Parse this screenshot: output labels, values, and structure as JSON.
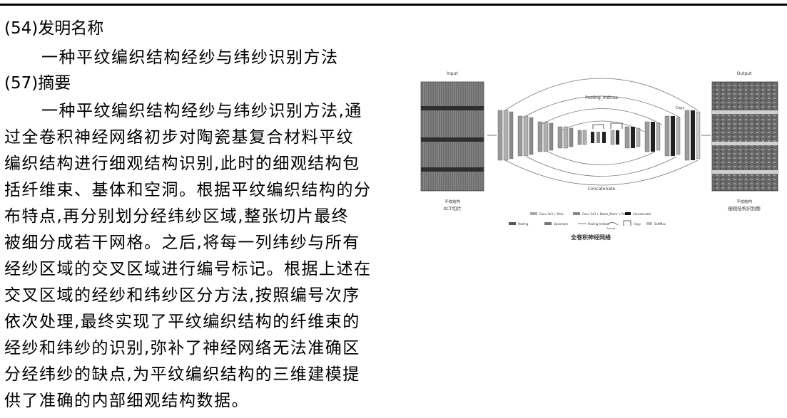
{
  "section54": {
    "label": "(54)发明名称",
    "title": "一种平纹编织结构经纱与纬纱识别方法"
  },
  "section57": {
    "label": "(57)摘要",
    "lines": [
      "一种平纹编织结构经纱与纬纱识别方法,通",
      "过全卷积神经网络初步对陶瓷基复合材料平纹",
      "编织结构进行细观结构识别,此时的细观结构包",
      "括纤维束、基体和空洞。根据平纹编织结构的分",
      "布特点,再分别划分经纬纱区域,整张切片最终",
      "被细分成若干网格。之后,将每一列纬纱与所有",
      "经纱区域的交叉区域进行编号标记。根据上述在",
      "交叉区域的经纱和纬纱区分方法,按照编号次序",
      "依次处理,最终实现了平纹编织结构的纤维束的",
      "经纱和纬纱的识别,弥补了神经网络无法准确区",
      "分经纬纱的缺点,为平纹编织结构的三维建模提",
      "供了准确的内部细观结构数据。"
    ]
  },
  "figure": {
    "input_label": "Input",
    "output_label": "Output",
    "pooling_indices": "Pooling_Indices",
    "copy": "Copy",
    "concatenate": "Concatenate",
    "left_caption_1": "平纹结构",
    "left_caption_2": "XCT切片",
    "right_caption_1": "平纹结构",
    "right_caption_2": "细观结构识别图",
    "legend_1": [
      "Conv 3x3 + Relu",
      "Conv 3x3 + Batch_Norm + Relu",
      "Concatenate"
    ],
    "legend_2": [
      "Pooling",
      "Upsample",
      "Pooling Indices",
      "Concat",
      "Copy",
      "SoftMax"
    ],
    "caption": "全卷积神经网络"
  }
}
